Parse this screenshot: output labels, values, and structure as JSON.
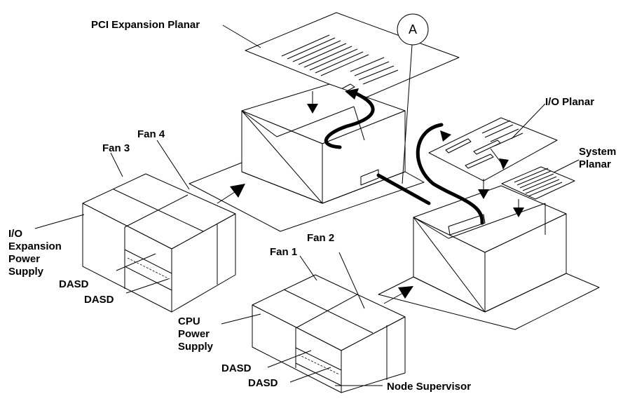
{
  "callout": {
    "letter": "A"
  },
  "labels": {
    "pci_expansion_planar": "PCI Expansion Planar",
    "io_planar": "I/O Planar",
    "system_planar_line1": "System",
    "system_planar_line2": "Planar",
    "fan1": "Fan 1",
    "fan2": "Fan 2",
    "fan3": "Fan 3",
    "fan4": "Fan 4",
    "io_expansion_ps_line1": "I/O",
    "io_expansion_ps_line2": "Expansion",
    "io_expansion_ps_line3": "Power",
    "io_expansion_ps_line4": "Supply",
    "dasd_left_upper": "DASD",
    "dasd_left_lower": "DASD",
    "cpu_ps_line1": "CPU",
    "cpu_ps_line2": "Power",
    "cpu_ps_line3": "Supply",
    "dasd_cpu_upper": "DASD",
    "dasd_cpu_lower": "DASD",
    "node_supervisor": "Node Supervisor"
  }
}
